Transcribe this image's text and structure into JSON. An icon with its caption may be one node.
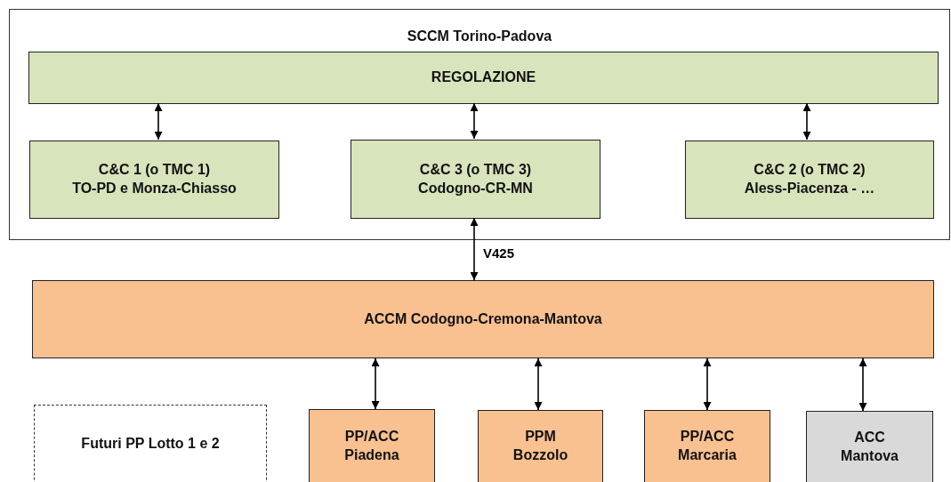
{
  "diagram": {
    "nodes": [
      {
        "text": [
          "SCCM Torino-Padova"
        ]
      },
      {
        "text": [
          "REGOLAZIONE"
        ],
        "in": 0
      },
      {
        "text": [
          "C&C 1 (o TMC 1)",
          "TO-PD e Monza-Chiasso"
        ],
        "in": 0
      },
      {
        "text": [
          "C&C 3 (o TMC 3)",
          "Codogno-CR-MN"
        ],
        "in": 0
      },
      {
        "text": [
          "C&C 2 (o TMC 2)",
          "Aless-Piacenza - …"
        ],
        "in": 0
      },
      {
        "text": [
          "ACCM Codogno-Cremona-Mantova"
        ]
      },
      {
        "text": [
          "Futuri PP Lotto 1 e 2"
        ]
      },
      {
        "text": [
          "PP/ACC Piadena"
        ]
      },
      {
        "text": [
          "PPM Bozzolo"
        ]
      },
      {
        "text": [
          "PP/ACC Marcaria"
        ]
      },
      {
        "text": [
          "ACC Mantova"
        ]
      }
    ],
    "edges": [
      {
        "from": 1,
        "to": 2,
        "arrow": "both"
      },
      {
        "from": 1,
        "to": 3,
        "arrow": "both"
      },
      {
        "from": 1,
        "to": 4,
        "arrow": "both"
      },
      {
        "from": 3,
        "to": 5,
        "arrow": "both",
        "label": "V425"
      },
      {
        "from": 5,
        "to": 7,
        "arrow": "both"
      },
      {
        "from": 5,
        "to": 8,
        "arrow": "both"
      },
      {
        "from": 5,
        "to": 9,
        "arrow": "both"
      },
      {
        "from": 5,
        "to": 10,
        "arrow": "both"
      }
    ]
  }
}
